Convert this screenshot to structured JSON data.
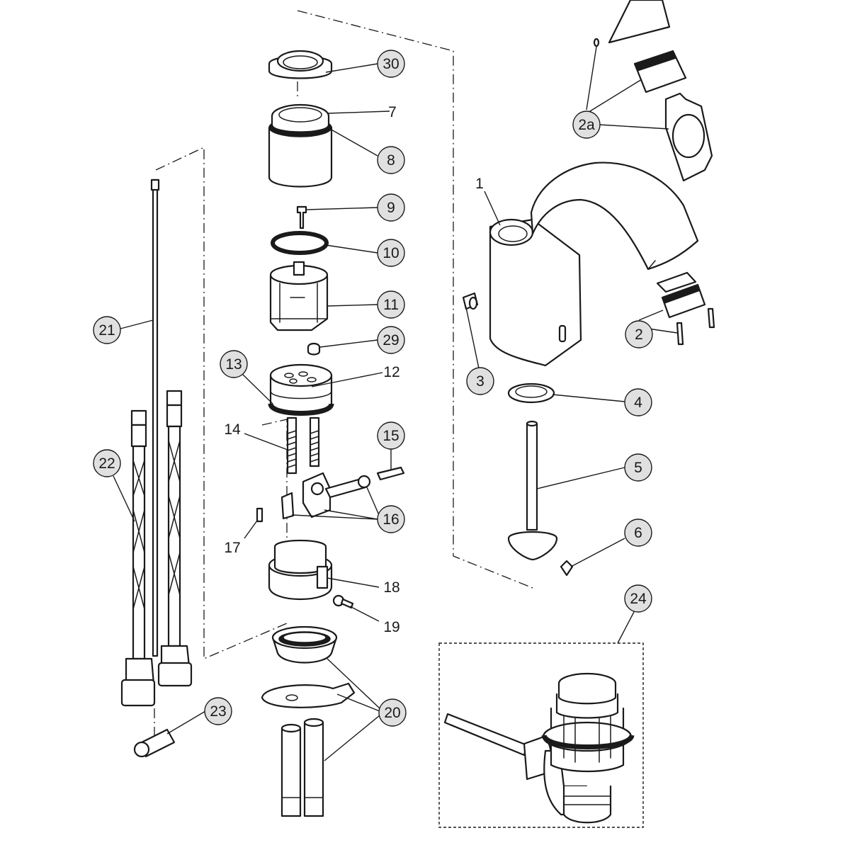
{
  "colors": {
    "line": "#1a1a1a",
    "callout_fill": "#e0e0e0",
    "background": "#ffffff"
  },
  "labels": {
    "l1": "1",
    "l2": "2",
    "l2a": "2a",
    "l3": "3",
    "l4": "4",
    "l5": "5",
    "l6": "6",
    "l7": "7",
    "l8": "8",
    "l9": "9",
    "l10": "10",
    "l11": "11",
    "l12": "12",
    "l13": "13",
    "l14": "14",
    "l15": "15",
    "l16": "16",
    "l17": "17",
    "l18": "18",
    "l19": "19",
    "l20": "20",
    "l21": "21",
    "l22": "22",
    "l23": "23",
    "l24": "24",
    "l29": "29",
    "l30": "30"
  }
}
